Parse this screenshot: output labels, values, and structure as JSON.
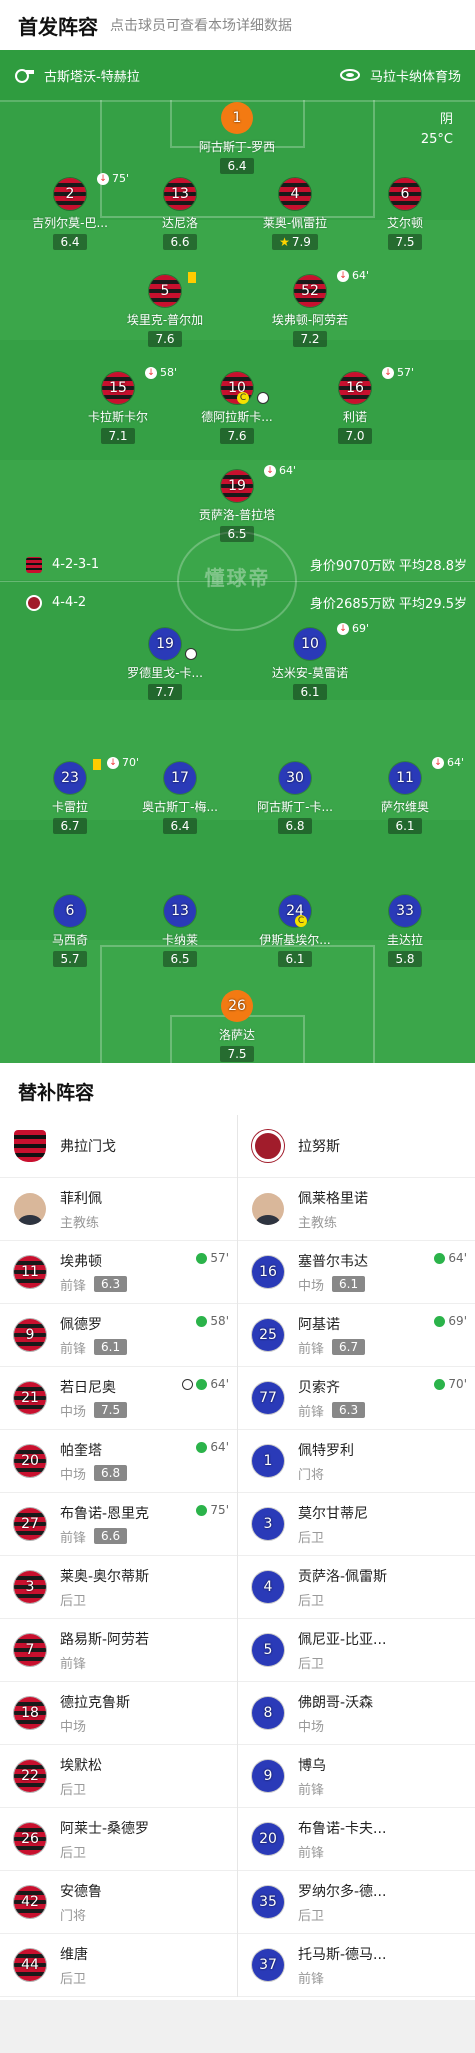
{
  "header": {
    "title": "首发阵容",
    "subtitle": "点击球员可查看本场详细数据"
  },
  "venue": {
    "referee": "古斯塔沃-特赫拉",
    "stadium": "马拉卡纳体育场"
  },
  "weather": {
    "condition": "阴",
    "temperature": "25°C"
  },
  "watermark": "懂球帝",
  "home": {
    "formation": "4-2-3-1",
    "value_text": "身价9070万欧 平均28.8岁",
    "players": [
      {
        "num": "1",
        "name": "阿古斯丁-罗西",
        "rating": "6.4",
        "gk": true
      },
      {
        "num": "2",
        "name": "吉列尔莫-巴...",
        "rating": "6.4",
        "sub": "75'"
      },
      {
        "num": "13",
        "name": "达尼洛",
        "rating": "6.6"
      },
      {
        "num": "4",
        "name": "莱奥-佩雷拉",
        "rating": "7.9",
        "star": true
      },
      {
        "num": "6",
        "name": "艾尔顿",
        "rating": "7.5"
      },
      {
        "num": "5",
        "name": "埃里克-普尔加",
        "rating": "7.6",
        "yellow": true
      },
      {
        "num": "52",
        "name": "埃弗顿-阿劳若",
        "rating": "7.2",
        "sub": "64'"
      },
      {
        "num": "15",
        "name": "卡拉斯卡尔",
        "rating": "7.1",
        "sub": "58'"
      },
      {
        "num": "10",
        "name": "德阿拉斯卡...",
        "rating": "7.6",
        "captain": true,
        "goal": true
      },
      {
        "num": "16",
        "name": "利诺",
        "rating": "7.0",
        "sub": "57'"
      },
      {
        "num": "19",
        "name": "贡萨洛-普拉塔",
        "rating": "6.5",
        "sub": "64'"
      }
    ]
  },
  "away": {
    "formation": "4-4-2",
    "value_text": "身价2685万欧 平均29.5岁",
    "players": [
      {
        "num": "19",
        "name": "罗德里戈-卡...",
        "rating": "7.7",
        "goal": true
      },
      {
        "num": "10",
        "name": "达米安-莫雷诺",
        "rating": "6.1",
        "sub": "69'"
      },
      {
        "num": "23",
        "name": "卡雷拉",
        "rating": "6.7",
        "yellow": true,
        "sub": "70'"
      },
      {
        "num": "17",
        "name": "奥古斯丁-梅...",
        "rating": "6.4"
      },
      {
        "num": "30",
        "name": "阿古斯丁-卡...",
        "rating": "6.8"
      },
      {
        "num": "11",
        "name": "萨尔维奥",
        "rating": "6.1",
        "sub": "64'"
      },
      {
        "num": "6",
        "name": "马西奇",
        "rating": "5.7"
      },
      {
        "num": "13",
        "name": "卡纳莱",
        "rating": "6.5"
      },
      {
        "num": "24",
        "name": "伊斯基埃尔...",
        "rating": "6.1",
        "captain": true
      },
      {
        "num": "33",
        "name": "圭达拉",
        "rating": "5.8"
      },
      {
        "num": "26",
        "name": "洛萨达",
        "rating": "7.5",
        "gk": true
      }
    ]
  },
  "subs": {
    "title": "替补阵容",
    "home_team": "弗拉门戈",
    "away_team": "拉努斯",
    "home_coach": {
      "name": "菲利佩",
      "role": "主教练"
    },
    "away_coach": {
      "name": "佩莱格里诺",
      "role": "主教练"
    },
    "home_list": [
      {
        "num": "11",
        "name": "埃弗顿",
        "pos": "前锋",
        "rating": "6.3",
        "time": "57'"
      },
      {
        "num": "9",
        "name": "佩德罗",
        "pos": "前锋",
        "rating": "6.1",
        "time": "58'"
      },
      {
        "num": "21",
        "name": "若日尼奥",
        "pos": "中场",
        "rating": "7.5",
        "time": "64'",
        "goal": true
      },
      {
        "num": "20",
        "name": "帕奎塔",
        "pos": "中场",
        "rating": "6.8",
        "time": "64'"
      },
      {
        "num": "27",
        "name": "布鲁诺-恩里克",
        "pos": "前锋",
        "rating": "6.6",
        "time": "75'"
      },
      {
        "num": "3",
        "name": "莱奥-奥尔蒂斯",
        "pos": "后卫"
      },
      {
        "num": "7",
        "name": "路易斯-阿劳若",
        "pos": "前锋"
      },
      {
        "num": "18",
        "name": "德拉克鲁斯",
        "pos": "中场"
      },
      {
        "num": "22",
        "name": "埃默松",
        "pos": "后卫"
      },
      {
        "num": "26",
        "name": "阿莱士-桑德罗",
        "pos": "后卫"
      },
      {
        "num": "42",
        "name": "安德鲁",
        "pos": "门将"
      },
      {
        "num": "44",
        "name": "维唐",
        "pos": "后卫"
      }
    ],
    "away_list": [
      {
        "num": "16",
        "name": "塞普尔韦达",
        "pos": "中场",
        "rating": "6.1",
        "time": "64'"
      },
      {
        "num": "25",
        "name": "阿基诺",
        "pos": "前锋",
        "rating": "6.7",
        "time": "69'"
      },
      {
        "num": "77",
        "name": "贝索齐",
        "pos": "前锋",
        "rating": "6.3",
        "time": "70'"
      },
      {
        "num": "1",
        "name": "佩特罗利",
        "pos": "门将"
      },
      {
        "num": "3",
        "name": "莫尔甘蒂尼",
        "pos": "后卫"
      },
      {
        "num": "4",
        "name": "贡萨洛-佩雷斯",
        "pos": "后卫"
      },
      {
        "num": "5",
        "name": "佩尼亚-比亚...",
        "pos": "后卫"
      },
      {
        "num": "8",
        "name": "佛朗哥-沃森",
        "pos": "中场"
      },
      {
        "num": "9",
        "name": "博乌",
        "pos": "前锋"
      },
      {
        "num": "20",
        "name": "布鲁诺-卡夫...",
        "pos": "前锋"
      },
      {
        "num": "35",
        "name": "罗纳尔多-德...",
        "pos": "后卫"
      },
      {
        "num": "37",
        "name": "托马斯-德马...",
        "pos": "前锋"
      }
    ]
  }
}
